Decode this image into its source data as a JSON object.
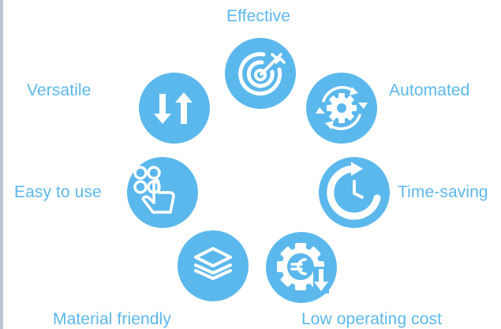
{
  "theme": {
    "accent": "#5bb8ec",
    "icon_fill": "#ffffff",
    "stripe": "#bcc6d2"
  },
  "features": [
    {
      "label": "Effective",
      "icon": "target-arrow-icon"
    },
    {
      "label": "Automated",
      "icon": "gear-cycle-icon"
    },
    {
      "label": "Time-saving",
      "icon": "clock-refresh-icon"
    },
    {
      "label": "Low operating cost",
      "icon": "euro-gear-icon"
    },
    {
      "label": "Material friendly",
      "icon": "layers-icon"
    },
    {
      "label": "Easy to use",
      "icon": "touch-hand-icon"
    },
    {
      "label": "Versatile",
      "icon": "up-down-arrows-icon"
    }
  ]
}
